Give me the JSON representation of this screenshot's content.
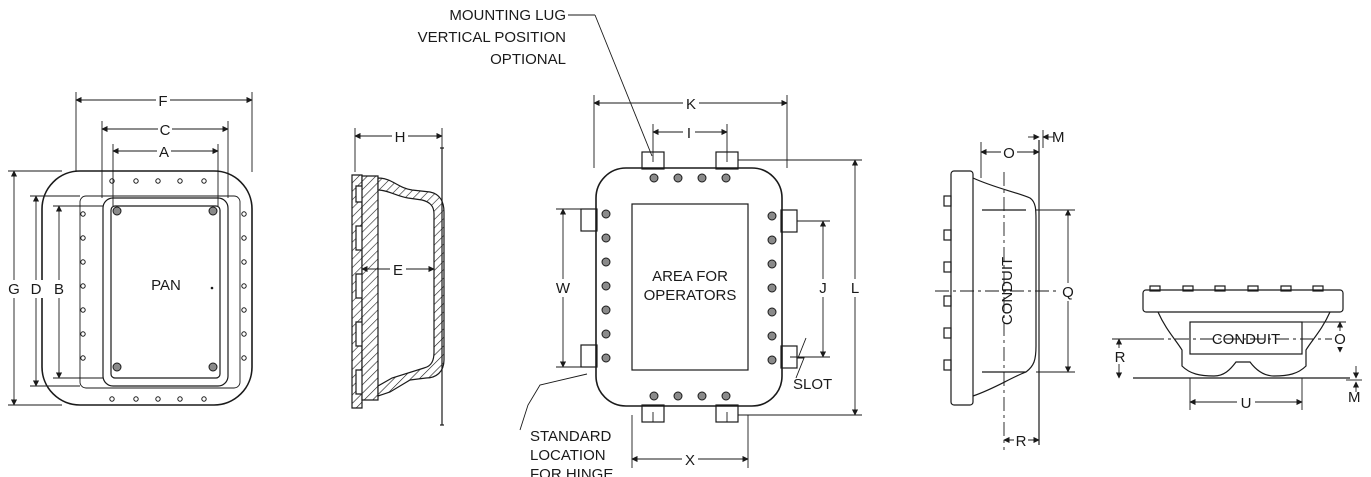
{
  "notes": {
    "mounting_lug": [
      "MOUNTING LUG",
      "VERTICAL POSITION",
      "OPTIONAL"
    ],
    "hinge": [
      "STANDARD",
      "LOCATION",
      "FOR HINGE"
    ]
  },
  "labels": {
    "pan": "PAN",
    "area_for_operators": [
      "AREA FOR",
      "OPERATORS"
    ],
    "conduit_side": "CONDUIT",
    "conduit_bottom": "CONDUIT",
    "slot": "SLOT"
  },
  "dimensions": {
    "A": "A",
    "B": "B",
    "C": "C",
    "D": "D",
    "E": "E",
    "F": "F",
    "G": "G",
    "H": "H",
    "I": "I",
    "J": "J",
    "K": "K",
    "L": "L",
    "M_side": "M",
    "M_bottom": "M",
    "O_side": "O",
    "O_bottom": "O",
    "Q": "Q",
    "R_side": "R",
    "R_bottom": "R",
    "U": "U",
    "W": "W",
    "X": "X"
  }
}
